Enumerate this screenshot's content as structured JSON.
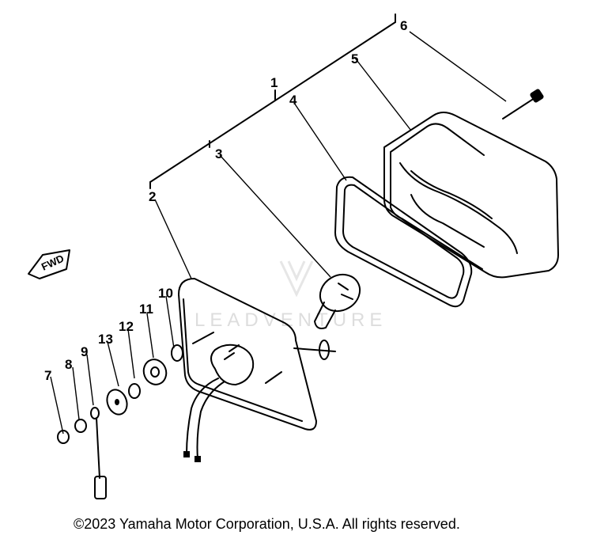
{
  "callouts": {
    "n1": "1",
    "n2": "2",
    "n3": "3",
    "n4": "4",
    "n5": "5",
    "n6": "6",
    "n7": "7",
    "n8": "8",
    "n9": "9",
    "n10": "10",
    "n11": "11",
    "n12": "12",
    "n13": "13"
  },
  "direction_mark": "FWD",
  "watermark": "LEADVENTURE",
  "copyright": "©2023 Yamaha Motor Corporation, U.S.A. All rights reserved."
}
